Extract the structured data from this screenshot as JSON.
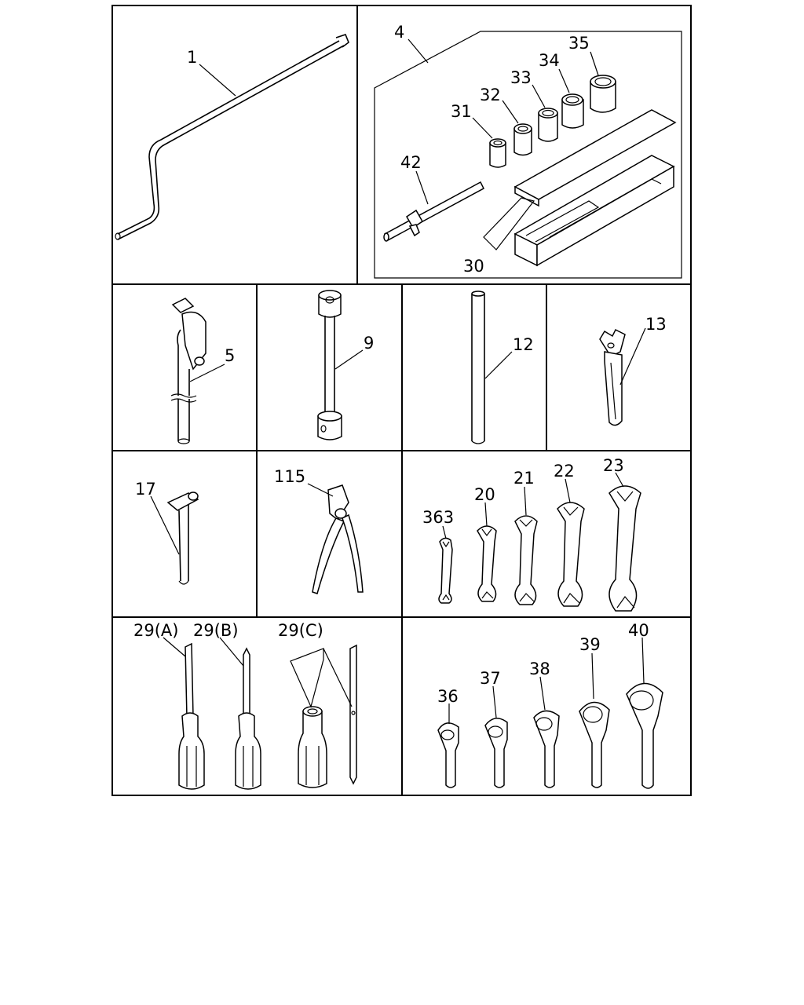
{
  "parts": {
    "p1": "1",
    "p4": "4",
    "p35": "35",
    "p34": "34",
    "p33": "33",
    "p32": "32",
    "p31": "31",
    "p42": "42",
    "p30": "30",
    "p5": "5",
    "p9": "9",
    "p12": "12",
    "p13": "13",
    "p17": "17",
    "p115": "115",
    "p363": "363",
    "p20": "20",
    "p21": "21",
    "p22": "22",
    "p23": "23",
    "p29a": "29(A)",
    "p29b": "29(B)",
    "p29c": "29(C)",
    "p36": "36",
    "p37": "37",
    "p38": "38",
    "p39": "39",
    "p40": "40"
  }
}
